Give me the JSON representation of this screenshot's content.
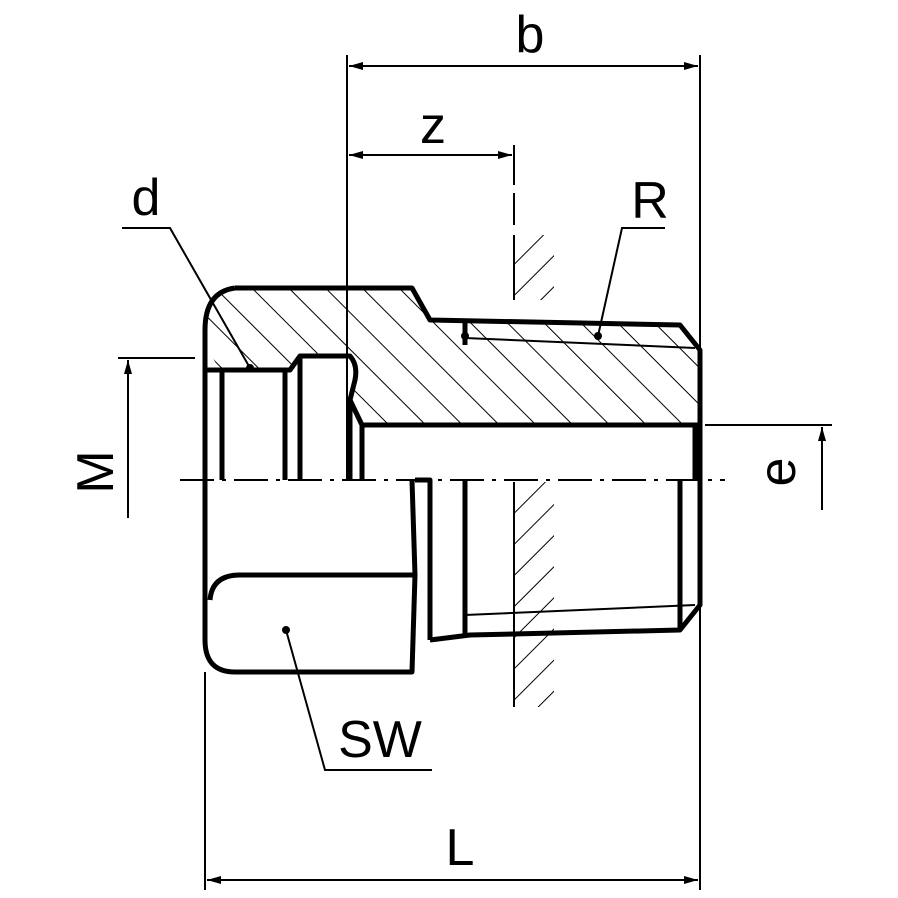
{
  "drawing": {
    "labels": {
      "b": "b",
      "z": "z",
      "d": "d",
      "R": "R",
      "M": "M",
      "e": "e",
      "SW": "SW",
      "L": "L"
    }
  }
}
